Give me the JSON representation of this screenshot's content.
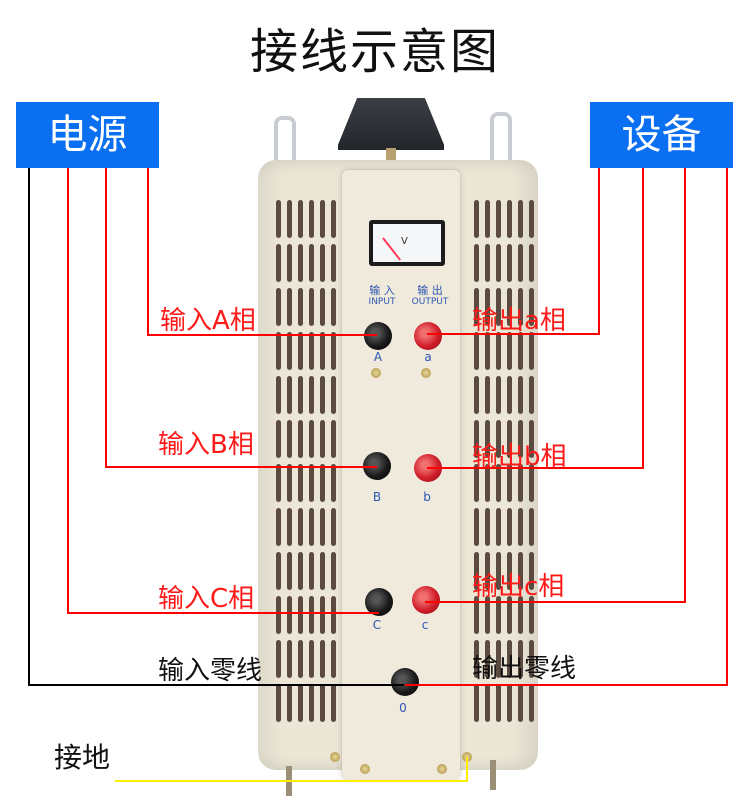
{
  "title": "接线示意图",
  "badges": {
    "source": "电源",
    "device": "设备"
  },
  "labels": {
    "input_a": "输入A相",
    "input_b": "输入B相",
    "input_c": "输入C相",
    "input_neutral": "输入零线",
    "output_a": "输出a相",
    "output_b": "输出b相",
    "output_c": "输出c相",
    "output_neutral": "输出零线",
    "ground": "接地"
  },
  "panel": {
    "input_cn": "输 入",
    "input_en": "INPUT",
    "output_cn": "输 出",
    "output_en": "OUTPUT",
    "meter_unit": "V",
    "terminals": {
      "A": "A",
      "a": "a",
      "B": "B",
      "b": "b",
      "C": "C",
      "c": "c",
      "zero": "0"
    }
  },
  "colors": {
    "badge_bg": "#0a6ff0",
    "phase_wire": "#ff0000",
    "neutral_input_wire": "#000000",
    "ground_wire": "#ffee00",
    "label_red": "#ff1a1a"
  }
}
